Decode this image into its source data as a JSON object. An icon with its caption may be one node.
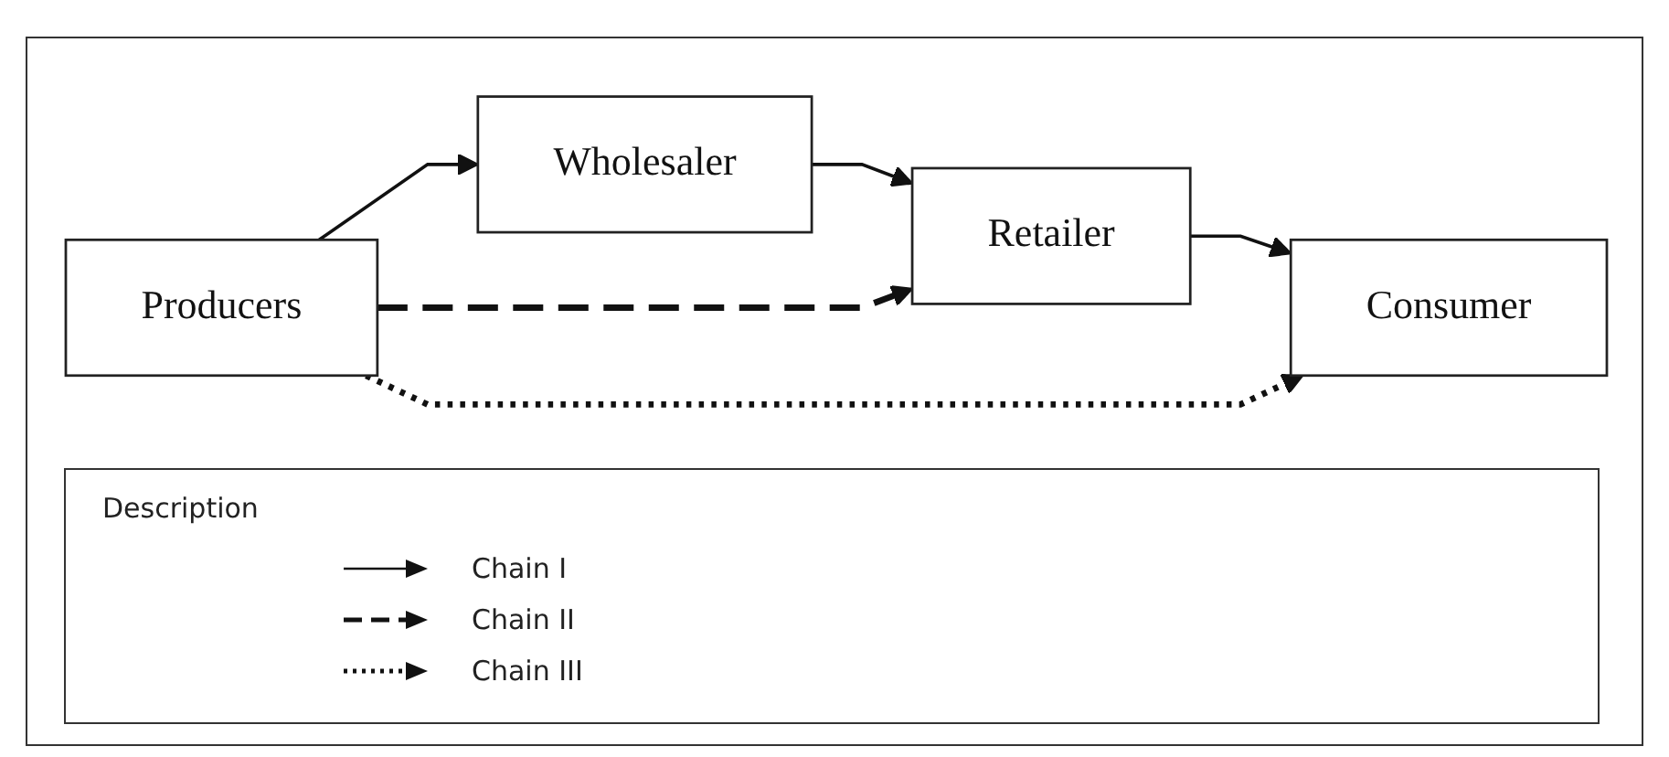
{
  "diagram": {
    "nodes": [
      {
        "text": [
          "Producers"
        ]
      },
      {
        "text": [
          "Wholesaler"
        ]
      },
      {
        "text": [
          "Retailer"
        ]
      },
      {
        "text": [
          "Consumer"
        ]
      }
    ],
    "edges": [
      {
        "from": 0,
        "to": 1,
        "arrow": "to"
      },
      {
        "from": 1,
        "to": 2,
        "arrow": "to"
      },
      {
        "from": 2,
        "to": 3,
        "arrow": "to"
      },
      {
        "from": 0,
        "to": 2,
        "arrow": "to",
        "style": "dashed"
      },
      {
        "from": 0,
        "to": 3,
        "arrow": "to",
        "style": "dashed"
      }
    ],
    "labels": [
      "Description"
    ],
    "legend": [
      {
        "text": "Chain I"
      },
      {
        "text": "Chain II"
      },
      {
        "text": "Chain III"
      }
    ]
  }
}
